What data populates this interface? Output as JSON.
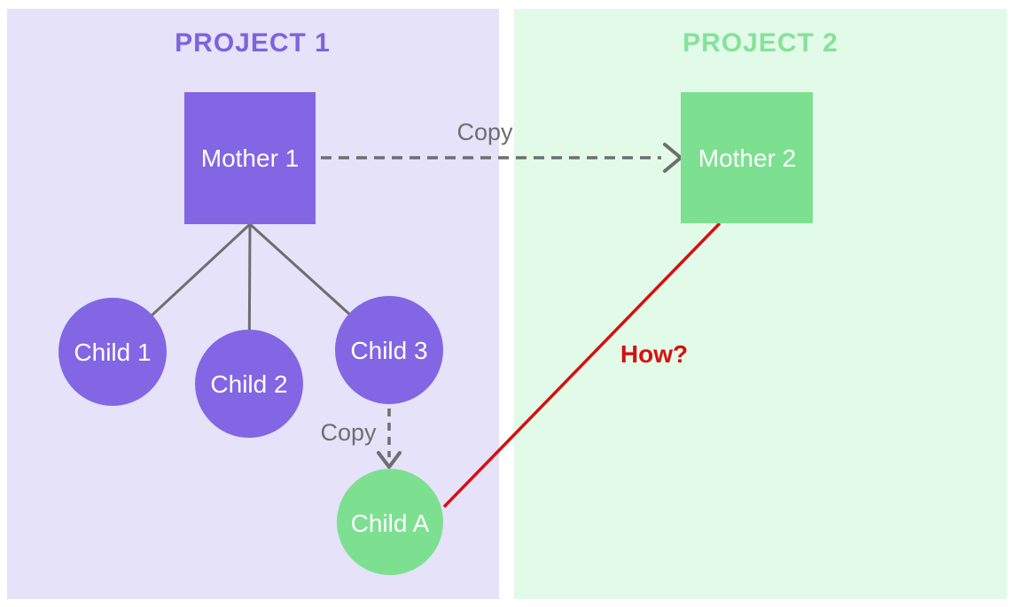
{
  "colors": {
    "panel1_bg": "#E5E2F9",
    "panel2_bg": "#E2FBE8",
    "node_purple": "#8266E3",
    "node_green": "#7DE090",
    "title1": "#7C64DC",
    "title2": "#85E29A",
    "connector_gray": "#6E6E6E",
    "red": "#D61010",
    "node_text": "#FFFFFF"
  },
  "projects": [
    {
      "title": "PROJECT 1"
    },
    {
      "title": "PROJECT 2"
    }
  ],
  "nodes": {
    "mother1": {
      "label": "Mother 1"
    },
    "mother2": {
      "label": "Mother 2"
    },
    "child1": {
      "label": "Child 1"
    },
    "child2": {
      "label": "Child 2"
    },
    "child3": {
      "label": "Child 3"
    },
    "childA": {
      "label": "Child A"
    }
  },
  "edges": {
    "mother1_to_mother2": {
      "label": "Copy",
      "style": "dashed-arrow"
    },
    "child3_to_childA": {
      "label": "Copy",
      "style": "dashed-arrow"
    },
    "childA_to_mother2": {
      "label": "How?",
      "style": "red-line"
    },
    "mother1_to_child1": {
      "style": "solid-line"
    },
    "mother1_to_child2": {
      "style": "solid-line"
    },
    "mother1_to_child3": {
      "style": "solid-line"
    }
  }
}
